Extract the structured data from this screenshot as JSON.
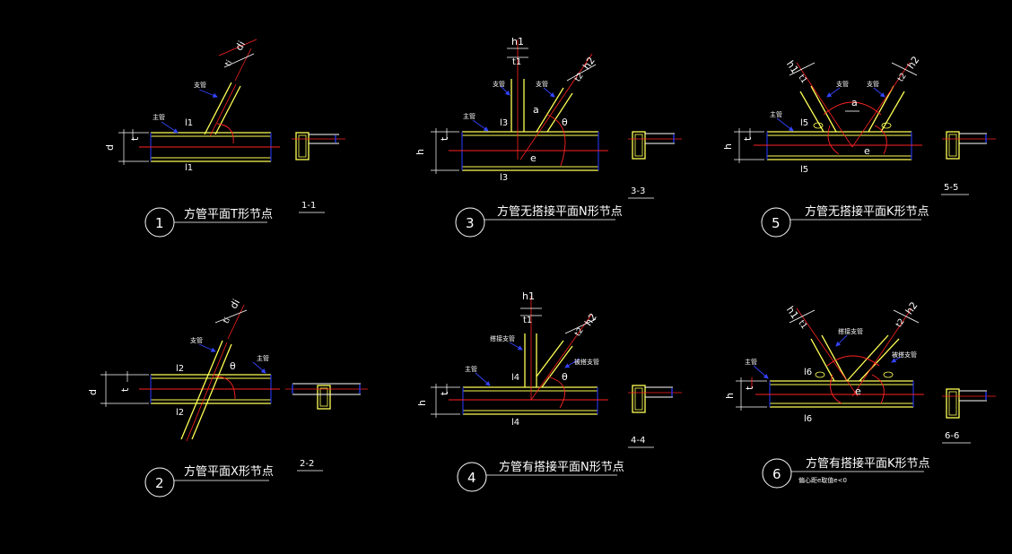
{
  "background": "#000000",
  "colors": {
    "tube": "#ffff55",
    "main": "#2233dd",
    "axis": "#ff2222",
    "dim": "#ffffff",
    "leader": "#3344ff",
    "weld": "#ffffff",
    "callout": "#ffffff"
  },
  "details": [
    {
      "number": "1",
      "title": "方管平面T形节点",
      "section": "1-1",
      "labels": {
        "d": "d",
        "t": "t",
        "l_top": "l1",
        "l_bot": "l1",
        "di": "di",
        "ti": "ti",
        "main": "主管",
        "branch": "支管"
      }
    },
    {
      "number": "2",
      "title": "方管平面X形节点",
      "section": "2-2",
      "labels": {
        "d": "d",
        "t": "t",
        "l_top": "l2",
        "l_bot": "l2",
        "di": "di",
        "ti": "ti",
        "theta": "θ",
        "main": "主管",
        "branch": "支管"
      }
    },
    {
      "number": "3",
      "title": "方管无搭接平面N形节点",
      "section": "3-3",
      "labels": {
        "h": "h",
        "t": "t",
        "h1": "h1",
        "t1": "t1",
        "h2": "h2",
        "t2": "t2",
        "a": "a",
        "theta": "θ",
        "e": "e",
        "l_top": "l3",
        "l_bot": "l3",
        "main": "主管",
        "branch1": "支管",
        "branch2": "支管"
      }
    },
    {
      "number": "4",
      "title": "方管有搭接平面N形节点",
      "section": "4-4",
      "labels": {
        "h": "h",
        "t": "t",
        "h1": "h1",
        "t1": "t1",
        "h2": "h2",
        "t2": "t2",
        "theta": "θ",
        "l_top": "l4",
        "l_bot": "l4",
        "main": "主管",
        "branch1": "搭接支管",
        "branch2": "被搭支管"
      }
    },
    {
      "number": "5",
      "title": "方管无搭接平面K形节点",
      "section": "5-5",
      "labels": {
        "h": "h",
        "t": "t",
        "h1": "h1",
        "t1": "t1",
        "h2": "h2",
        "t2": "t2",
        "a": "a",
        "e": "e",
        "l_top": "l5",
        "l_bot": "l5",
        "main": "主管",
        "branch1": "支管",
        "branch2": "支管"
      }
    },
    {
      "number": "6",
      "title": "方管有搭接平面K形节点",
      "section": "6-6",
      "note": "偏心距e取值e<0",
      "labels": {
        "h": "h",
        "t": "t",
        "h1": "h1",
        "t1": "t1",
        "h2": "h2",
        "t2": "t2",
        "e": "e",
        "l_top": "l6",
        "l_bot": "l6",
        "main": "主管",
        "branch1": "搭接支管",
        "branch2": "被搭支管"
      }
    }
  ]
}
